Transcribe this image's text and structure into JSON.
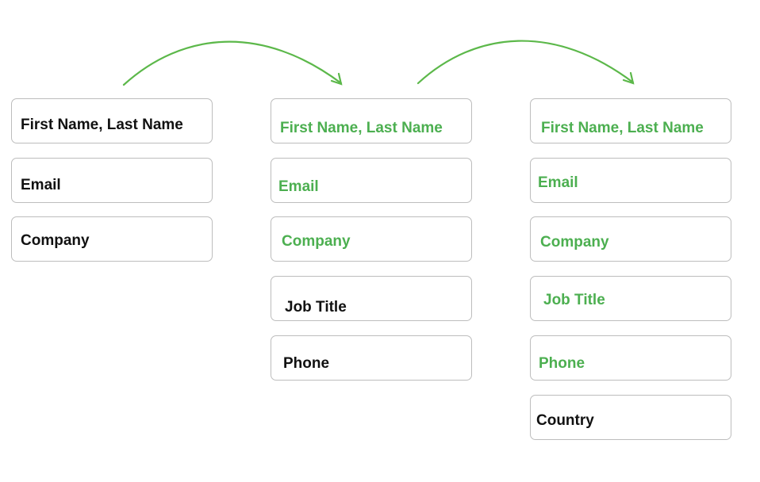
{
  "diagram": {
    "type": "progressive-profiling-forms",
    "accent_color": "#5cb84a",
    "known_text_color": "#4caf50",
    "new_text_color": "#111111",
    "stages": [
      {
        "fields": [
          {
            "label": "First Name, Last Name",
            "state": "new"
          },
          {
            "label": "Email",
            "state": "new"
          },
          {
            "label": "Company",
            "state": "new"
          }
        ]
      },
      {
        "fields": [
          {
            "label": "First Name, Last Name",
            "state": "known"
          },
          {
            "label": "Email",
            "state": "known"
          },
          {
            "label": "Company",
            "state": "known"
          },
          {
            "label": "Job Title",
            "state": "new"
          },
          {
            "label": "Phone",
            "state": "new"
          }
        ]
      },
      {
        "fields": [
          {
            "label": "First Name, Last Name",
            "state": "known"
          },
          {
            "label": "Email",
            "state": "known"
          },
          {
            "label": "Company",
            "state": "known"
          },
          {
            "label": "Job Title",
            "state": "known"
          },
          {
            "label": "Phone",
            "state": "known"
          },
          {
            "label": "Country",
            "state": "new"
          }
        ]
      }
    ],
    "arrows": [
      {
        "from": "stage-1",
        "to": "stage-2",
        "icon": "curved-arrow-icon"
      },
      {
        "from": "stage-2",
        "to": "stage-3",
        "icon": "curved-arrow-icon"
      }
    ]
  }
}
